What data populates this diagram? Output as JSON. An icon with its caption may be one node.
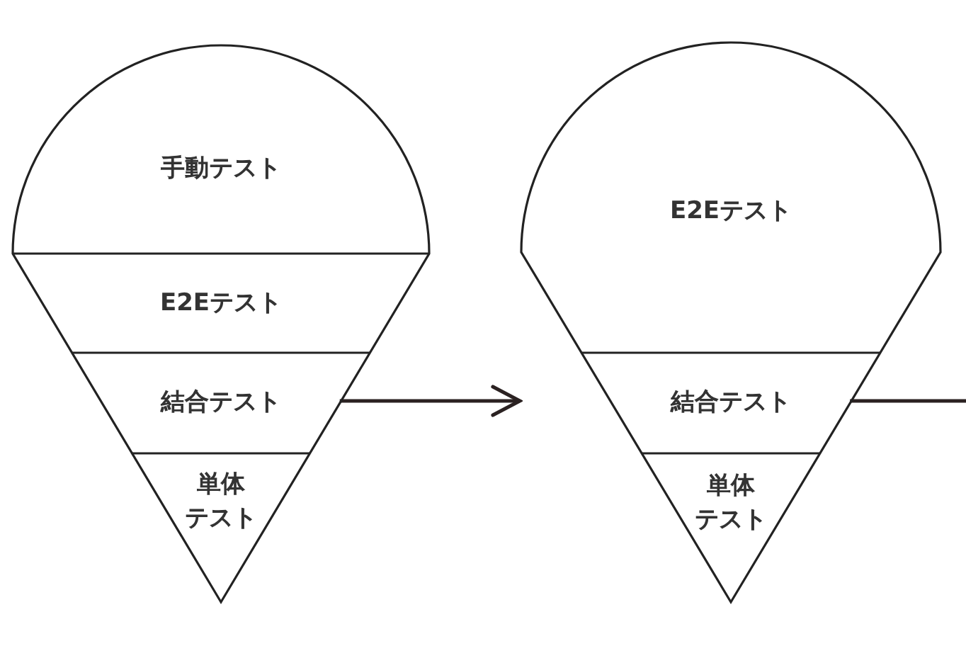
{
  "diagram": {
    "nodes": [
      {
        "text": [],
        "shape": "cone"
      },
      {
        "text": [
          "手動テスト"
        ],
        "in": 0
      },
      {
        "text": [
          "E2Eテスト"
        ],
        "in": 0
      },
      {
        "text": [
          "結合テスト"
        ],
        "in": 0
      },
      {
        "text": [
          "単体テスト"
        ],
        "in": 0
      },
      {
        "text": [],
        "shape": "cone"
      },
      {
        "text": [
          "E2Eテスト"
        ],
        "in": 5
      },
      {
        "text": [
          "結合テスト"
        ],
        "in": 5
      },
      {
        "text": [
          "単体テスト"
        ],
        "in": 5
      }
    ],
    "edges": [
      {
        "from": 0,
        "to": 5,
        "arrow": "to"
      },
      {
        "from": 5,
        "to": null,
        "arrow": "none"
      }
    ]
  }
}
